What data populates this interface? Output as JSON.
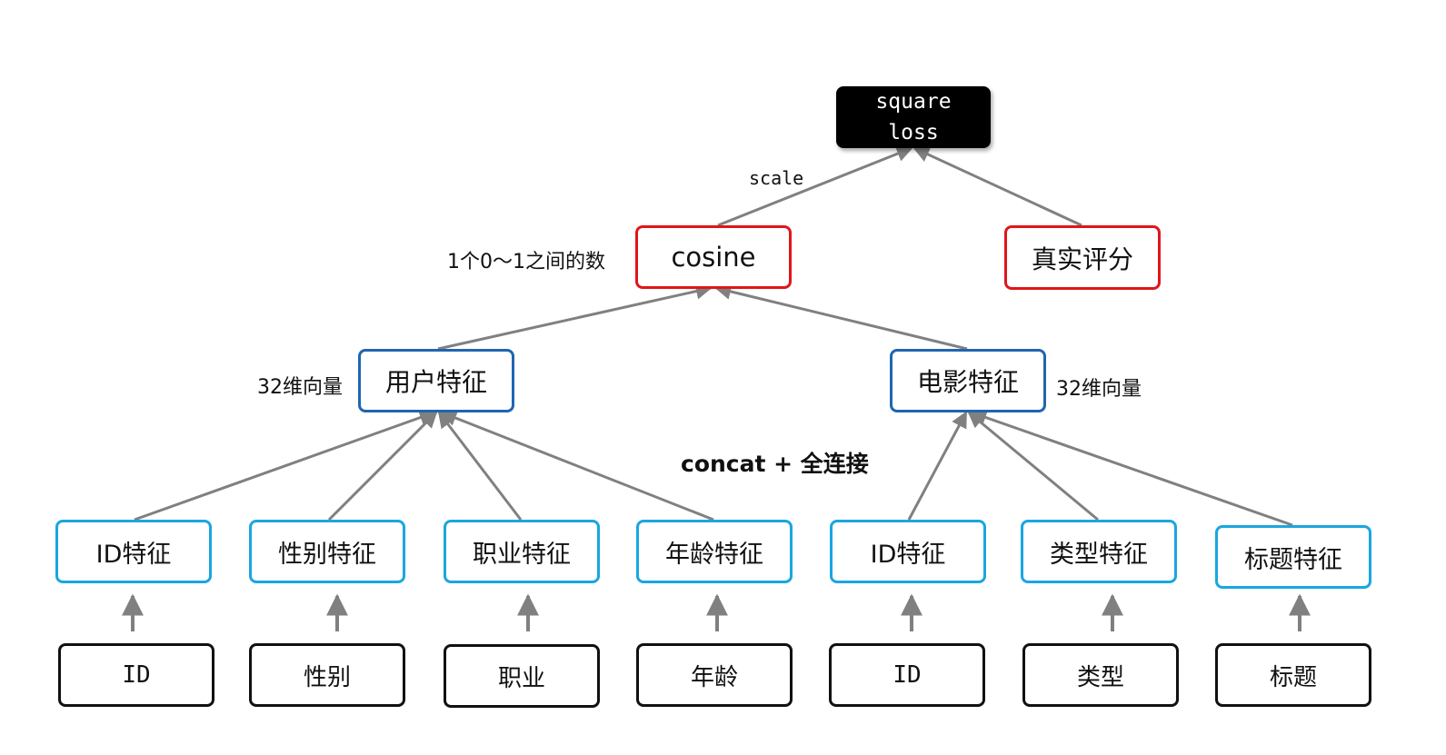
{
  "loss": {
    "line1": "square",
    "line2": "loss"
  },
  "cosine": "cosine",
  "true_rating": "真实评分",
  "user_feature": "用户特征",
  "movie_feature": "电影特征",
  "user_features": [
    "ID特征",
    "性别特征",
    "职业特征",
    "年龄特征"
  ],
  "movie_features": [
    "ID特征",
    "类型特征",
    "标题特征"
  ],
  "user_inputs": [
    "ID",
    "性别",
    "职业",
    "年龄"
  ],
  "movie_inputs": [
    "ID",
    "类型",
    "标题"
  ],
  "annotations": {
    "scale": "scale",
    "cosine_note": "1个0～1之间的数",
    "user_vec": "32维向量",
    "movie_vec": "32维向量",
    "concat": "concat + 全连接"
  },
  "colors": {
    "raw_border": "#111111",
    "feature_border": "#1aa6e0",
    "aggregate_border": "#1f66b0",
    "output_border": "#e0161b",
    "loss_fill": "#000000",
    "edge": "#808080"
  }
}
